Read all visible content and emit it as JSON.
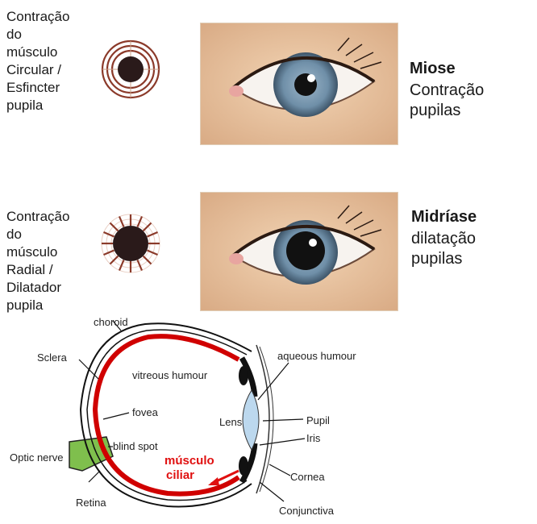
{
  "panels": {
    "miose": {
      "muscle_label": "Contração\ndo\nmúsculo\nCircular /\nEsfincter\npupila",
      "title": "Miose",
      "description": "Contração\npupilas"
    },
    "midriase": {
      "muscle_label": "Contração\ndo\n músculo\nRadial /\nDilatador\npupila",
      "title": "Midríase",
      "description": "dilatação\npupilas"
    }
  },
  "anatomy": {
    "labels": {
      "choroid": "choroid",
      "sclera": "Sclera",
      "vitreous": "vitreous humour",
      "aqueous": "aqueous humour",
      "fovea": "fovea",
      "lens": "Lens",
      "pupil": "Pupil",
      "iris": "Iris",
      "blind_spot": "blind spot",
      "optic_nerve": "Optic nerve",
      "cornea": "Cornea",
      "retina": "Retina",
      "conjunctiva": "Conjunctiva"
    },
    "highlight": {
      "line1": "músculo",
      "line2": "ciliar",
      "color": "#e01010"
    }
  },
  "colors": {
    "muscle_ring": "#8b3a2a",
    "retina_red": "#d00000",
    "optic_nerve_green": "#7fbf4d",
    "lens_blue": "#bcd8ee",
    "iris_blue": "#6f8fa8",
    "skin": "#e8c4a0"
  }
}
